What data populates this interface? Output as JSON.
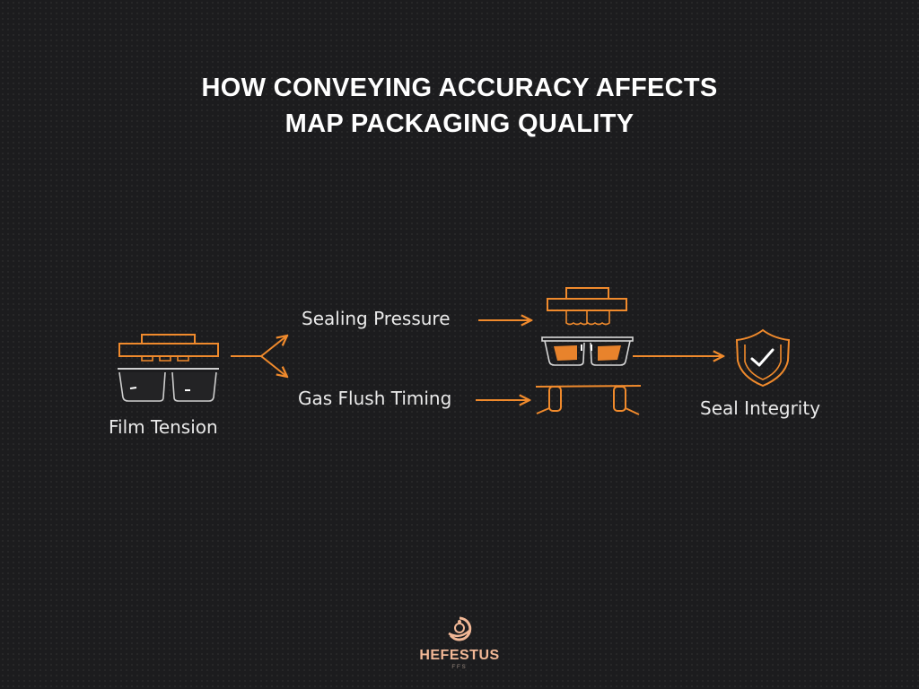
{
  "title": {
    "line1": "HOW CONVEYING ACCURACY AFFECTS",
    "line2": "MAP PACKAGING QUALITY"
  },
  "diagram": {
    "nodes": [
      {
        "id": "film-tension",
        "label": "Film Tension",
        "icon": "tray-with-sealing-head-icon"
      },
      {
        "id": "sealing-pressure",
        "label": "Sealing Pressure",
        "icon": "sealing-head-icon"
      },
      {
        "id": "gas-flush-timing",
        "label": "Gas Flush Timing",
        "icon": "gas-flush-clamp-icon"
      },
      {
        "id": "sealed-tray",
        "label": "",
        "icon": "filled-tray-icon"
      },
      {
        "id": "seal-integrity",
        "label": "Seal Integrity",
        "icon": "shield-check-icon"
      }
    ],
    "edges": [
      {
        "from": "film-tension",
        "to": "sealing-pressure"
      },
      {
        "from": "film-tension",
        "to": "gas-flush-timing"
      },
      {
        "from": "sealing-pressure",
        "to": "sealed-tray"
      },
      {
        "from": "gas-flush-timing",
        "to": "sealed-tray"
      },
      {
        "from": "sealed-tray",
        "to": "seal-integrity"
      }
    ]
  },
  "colors": {
    "background": "#1c1c1e",
    "accent": "#f08a2c",
    "text": "#eaeaea",
    "outline": "#d8d8d8",
    "logo": "#f2b896"
  },
  "logo": {
    "name": "HEFESTUS",
    "sub": "FFS"
  }
}
